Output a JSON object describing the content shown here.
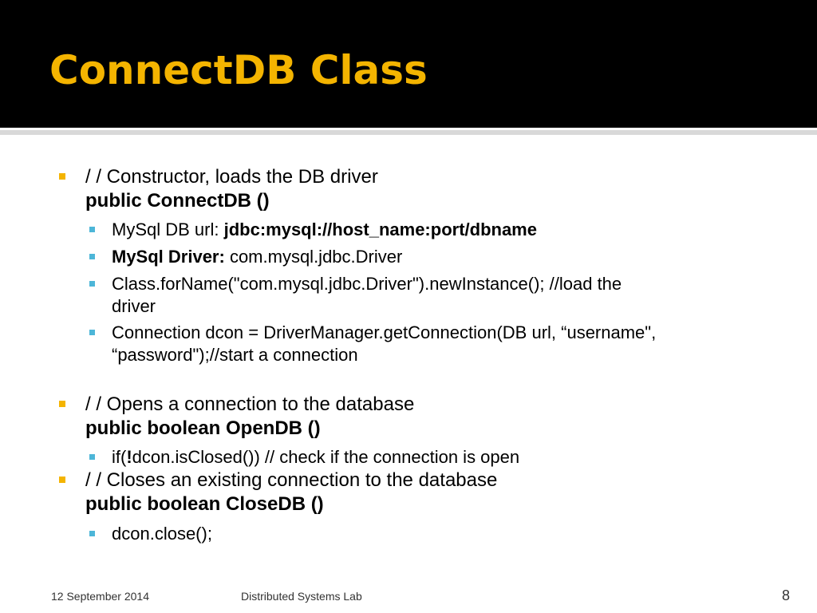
{
  "slide": {
    "title": "ConnectDB Class",
    "accent_color": "#f4b400",
    "sub_bullet_color": "#4db6d8"
  },
  "sections": [
    {
      "comment": "/ / Constructor, loads the DB driver",
      "signature": "public ConnectDB ()",
      "items": [
        {
          "prefix": "MySql DB url: ",
          "bold": "jdbc:mysql://host_name:port/dbname",
          "suffix": ""
        },
        {
          "prefix": "",
          "bold": "MySql Driver:",
          "suffix": " com.mysql.jdbc.Driver"
        },
        {
          "line1": "Class.forName(\"com.mysql.jdbc.Driver\").newInstance(); //load the",
          "line2": "driver"
        },
        {
          "line1": "Connection dcon = DriverManager.getConnection(DB url, “username\",",
          "line2": "“password\");//start a connection"
        }
      ]
    },
    {
      "comment": "/ / Opens a connection to the database",
      "signature": "public boolean OpenDB ()",
      "items": [
        {
          "prefix": "if(",
          "bold": "!",
          "suffix": "dcon.isClosed()) // check if the connection is open"
        }
      ]
    },
    {
      "comment": "/ / Closes an existing connection to the database",
      "signature": "public boolean CloseDB ()",
      "items": [
        {
          "text": "dcon.close();"
        }
      ]
    }
  ],
  "footer": {
    "date": "12 September 2014",
    "course": "Distributed Systems Lab",
    "page_number": "8"
  }
}
